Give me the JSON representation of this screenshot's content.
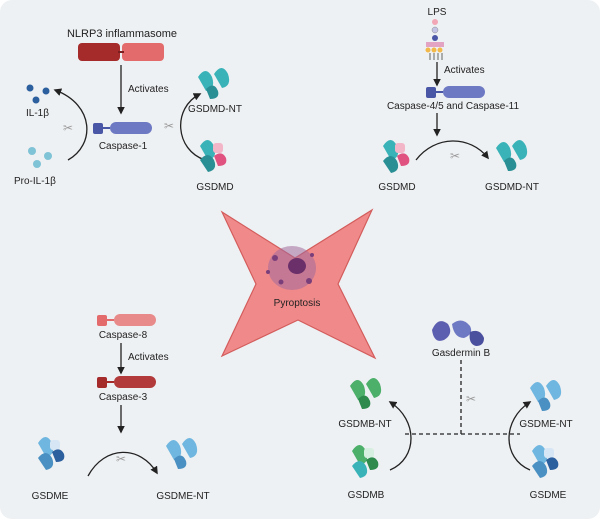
{
  "labels": {
    "nlrp3": "NLRP3 inflammasome",
    "activates_1": "Activates",
    "il1b": "IL-1β",
    "pro_il1b": "Pro-IL-1β",
    "caspase1": "Caspase-1",
    "gsdmd_nt_left": "GSDMD-NT",
    "gsdmd_left": "GSDMD",
    "lps": "LPS",
    "activates_2": "Activates",
    "caspase_4_5_11": "Caspase-4/5 and Caspase-11",
    "gsdmd_right": "GSDMD",
    "gsdmd_nt_right": "GSDMD-NT",
    "pyroptosis": "Pyroptosis",
    "caspase8": "Caspase-8",
    "activates_3": "Activates",
    "caspase3": "Caspase-3",
    "gsdme_left": "GSDME",
    "gsdme_nt_left": "GSDME-NT",
    "gasdermin_b": "Gasdermin B",
    "gsdmb_nt": "GSDMB-NT",
    "gsdme_nt_right": "GSDME-NT",
    "gsdmb": "GSDMB",
    "gsdme_right": "GSDME"
  },
  "colors": {
    "background": "#eef1f3",
    "star_fill": "#f08a8a",
    "nlrp3_dark": "#a52a2a",
    "nlrp3_light": "#e36b6b",
    "caspase_blue": "#6e79c4",
    "gsdmd_teal": "#39b3b8",
    "gsdmd_pink": "#e0527f",
    "gsdme_blue": "#6fb6e0",
    "gsdmb_green": "#4caf6a",
    "gasdermin_b_purple": "#5c5fb0",
    "il1b_dark": "#2c5f9e",
    "pro_il1b_light": "#7fc3d6"
  }
}
